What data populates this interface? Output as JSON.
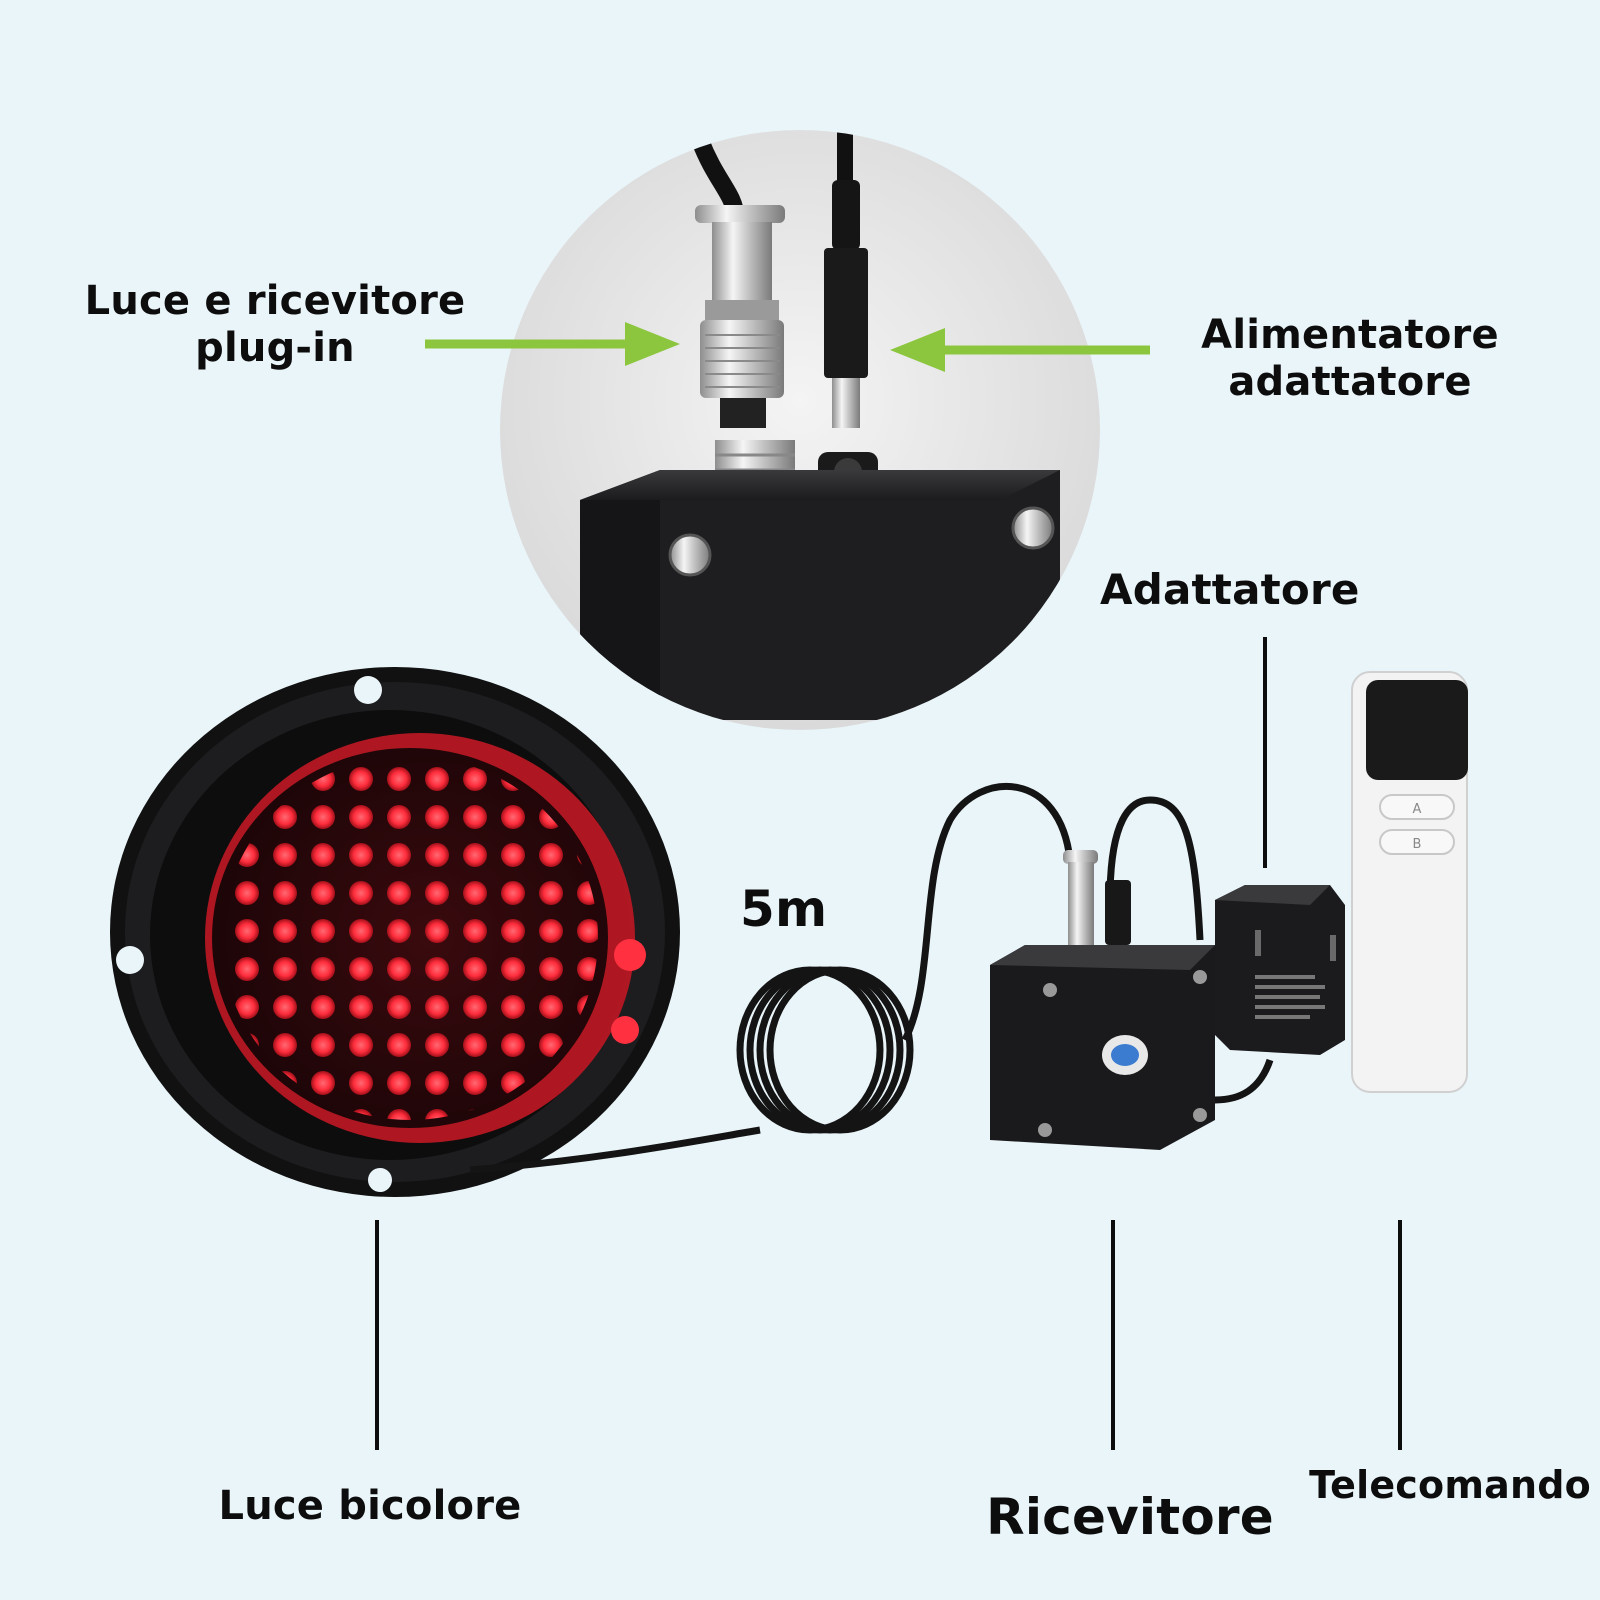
{
  "labels": {
    "plugin_line1": "Luce e ricevitore",
    "plugin_line2": "plug-in",
    "alimentatore_line1": "Alimentatore",
    "alimentatore_line2": "adattatore",
    "adattatore": "Adattatore",
    "cable_length": "5m",
    "luce_bicolore": "Luce bicolore",
    "ricevitore": "Ricevitore",
    "telecomando": "Telecomando"
  },
  "remote": {
    "button_a": "A",
    "button_b": "B"
  },
  "colors": {
    "background": "#eaf5fa",
    "arrow_green": "#8cc63f",
    "led_red": "#ff2d3c",
    "device_black": "#1b1b1d",
    "remote_white": "#f3f3f3"
  }
}
